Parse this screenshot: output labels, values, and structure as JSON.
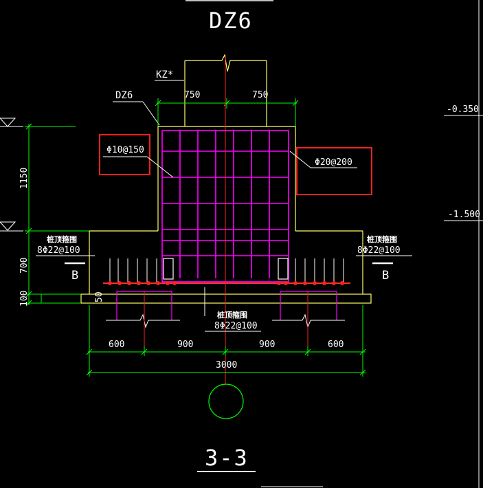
{
  "title": "DZ6",
  "section_label": "3-3",
  "labels": {
    "column": "KZ*",
    "cap": "DZ6",
    "stirrup": "Φ10@150",
    "vertical_bar": "Φ20@200",
    "section_left": "B",
    "section_right": "B",
    "cap_top_left_cn": "桩顶箍围",
    "cap_top_left_spec": "8Φ22@100",
    "cap_top_right_cn": "桩顶箍围",
    "cap_top_right_spec": "8Φ22@100",
    "pile_cn": "桩顶箍围",
    "pile_spec": "8Φ22@100"
  },
  "elevations": {
    "top": "-0.350",
    "bottom": "-1.500"
  },
  "dimensions": {
    "top_left": "750",
    "top_right": "750",
    "height_upper": "1150",
    "height_cap": "700",
    "height_cushion": "100",
    "cover": "50",
    "bottom_segments": [
      "600",
      "900",
      "900",
      "600"
    ],
    "total": "3000"
  },
  "colors": {
    "background": "#000000",
    "outline": "#ffff66",
    "rebar": "#ff00ff",
    "dimension": "#00ff00",
    "axis": "#ff0000",
    "highlight_box": "#ff2020",
    "text": "#ffffff"
  }
}
